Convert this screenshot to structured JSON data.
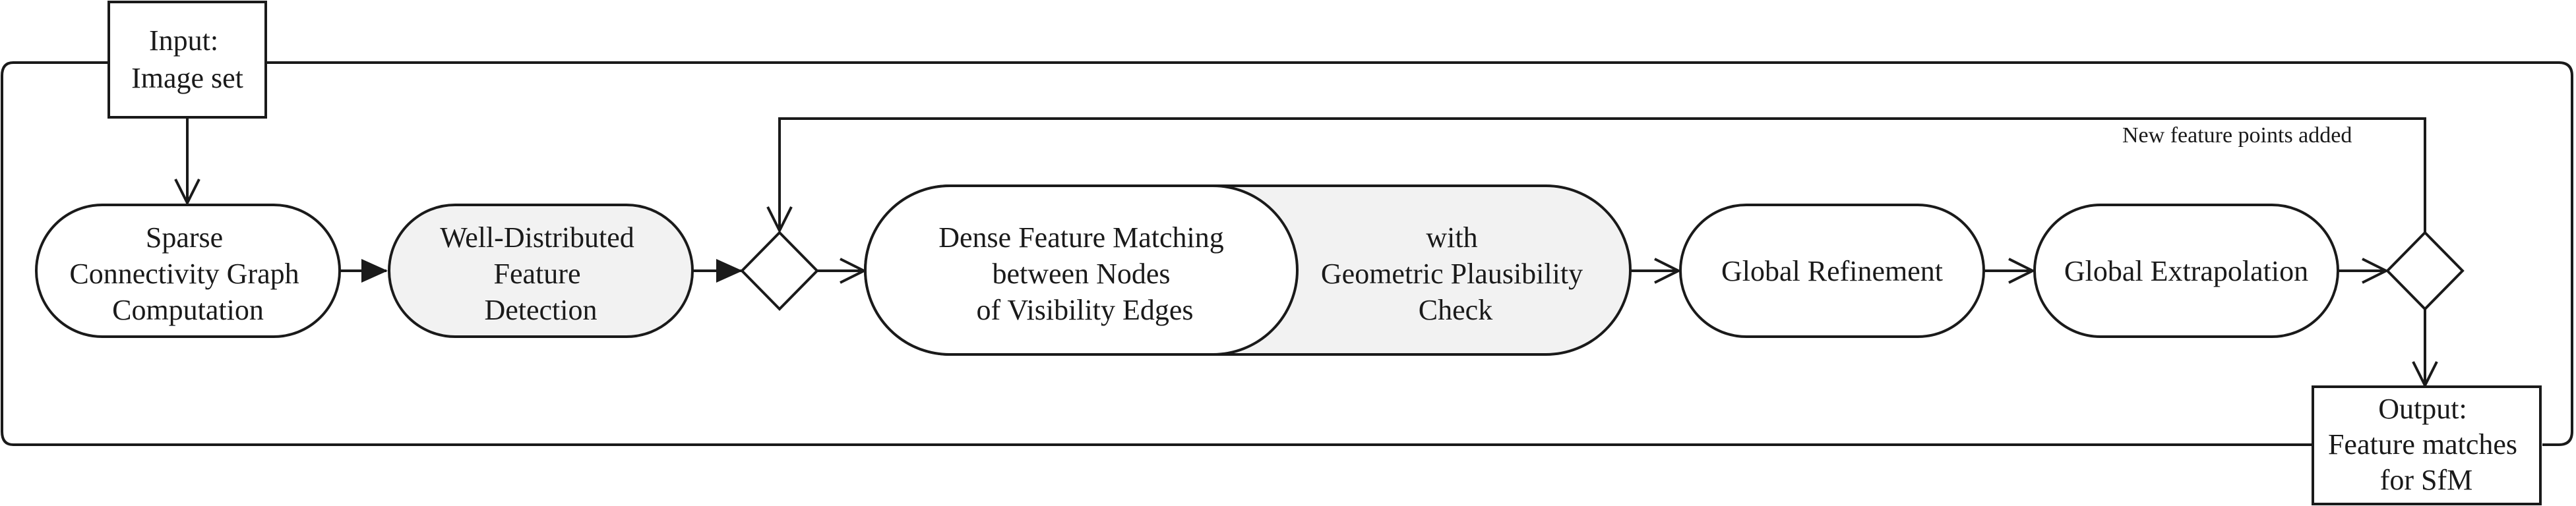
{
  "nodes": {
    "input": {
      "lines": [
        "Input:",
        "Image set"
      ]
    },
    "sparse": {
      "lines": [
        "Sparse",
        "Connectivity Graph",
        "Computation"
      ]
    },
    "feature_detection": {
      "lines": [
        "Well-Distributed",
        "Feature",
        "Detection"
      ]
    },
    "dense_left": {
      "lines": [
        "Dense Feature Matching",
        "between Nodes",
        "of Visibility Edges"
      ]
    },
    "dense_right": {
      "lines": [
        "with",
        "Geometric Plausibility",
        "Check"
      ]
    },
    "global_refinement": {
      "lines": [
        "Global Refinement"
      ]
    },
    "global_extrapolation": {
      "lines": [
        "Global Extrapolation"
      ]
    },
    "output": {
      "lines": [
        "Output:",
        "Feature matches",
        "for SfM"
      ]
    }
  },
  "loop_label": "New feature points added",
  "colors": {
    "stroke": "#1a1a1a",
    "shaded_fill": "#f2f2f2",
    "fill": "#ffffff"
  }
}
